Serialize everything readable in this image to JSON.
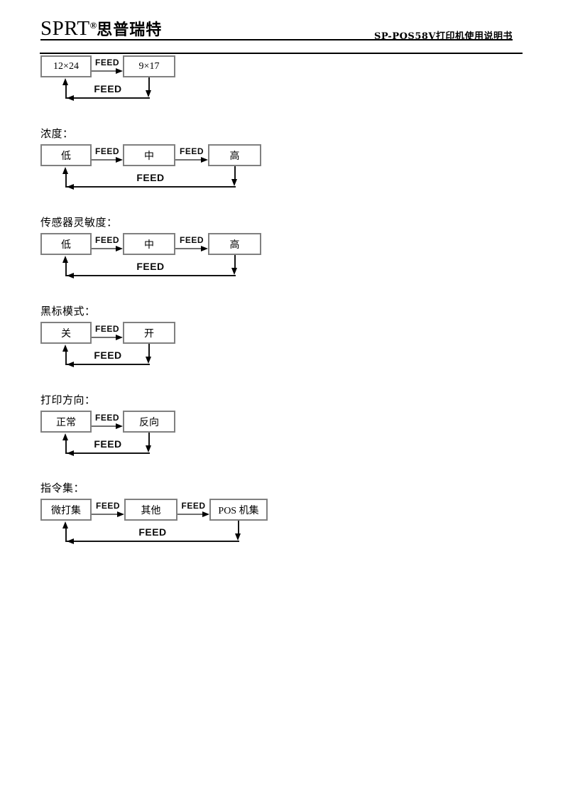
{
  "header": {
    "brand_latin": "SPRT",
    "brand_reg": "®",
    "brand_cn": "思普瑞特",
    "doc_title": "SP-POS58V打印机使用说明书"
  },
  "diagrams": [
    {
      "label": "",
      "boxes": [
        "12×24",
        "9×17"
      ],
      "feed_labels": [
        "FEED"
      ],
      "loop_feed_label": "FEED"
    },
    {
      "label": "浓度：",
      "boxes": [
        "低",
        "中",
        "高"
      ],
      "feed_labels": [
        "FEED",
        "FEED"
      ],
      "loop_feed_label": "FEED"
    },
    {
      "label": "传感器灵敏度：",
      "boxes": [
        "低",
        "中",
        "高"
      ],
      "feed_labels": [
        "FEED",
        "FEED"
      ],
      "loop_feed_label": "FEED"
    },
    {
      "label": "黑标模式：",
      "boxes": [
        "关",
        "开"
      ],
      "feed_labels": [
        "FEED"
      ],
      "loop_feed_label": "FEED"
    },
    {
      "label": "打印方向：",
      "boxes": [
        "正常",
        "反向"
      ],
      "feed_labels": [
        "FEED"
      ],
      "loop_feed_label": "FEED"
    },
    {
      "label": "指令集：",
      "boxes": [
        "微打集",
        "其他",
        "POS 机集"
      ],
      "feed_labels": [
        "FEED",
        "FEED"
      ],
      "loop_feed_label": "FEED"
    }
  ],
  "colors": {
    "box_border": "#808080",
    "line": "#151515",
    "text": "#000000",
    "page_bg": "#ffffff"
  }
}
